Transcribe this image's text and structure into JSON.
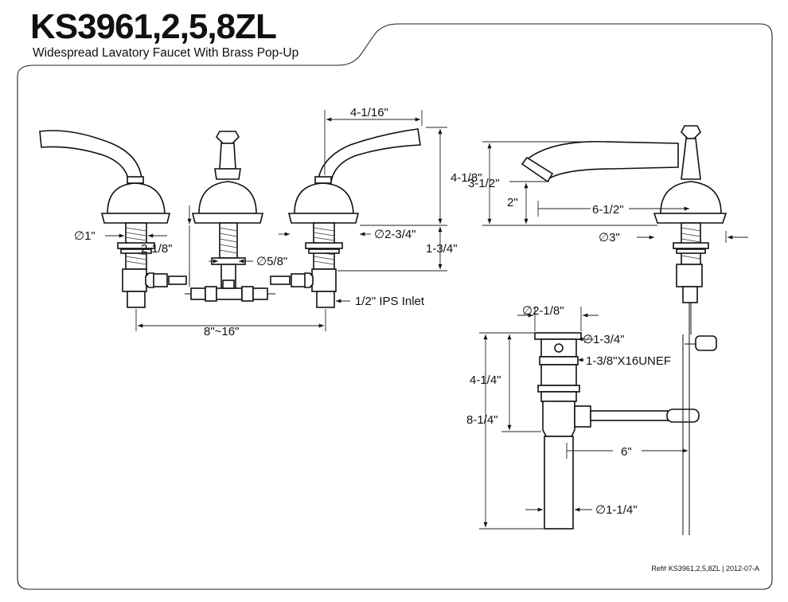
{
  "header": {
    "model": "KS3961,2,5,8ZL",
    "description": "Widespread Lavatory Faucet With Brass Pop-Up"
  },
  "dimensions": {
    "handle_height": "4-1/16\"",
    "overall_height": "4-1/8\"",
    "shank_diameter": "∅1\"",
    "escutcheon_diameter": "∅2-3/4\"",
    "spout_shank_height": "2-1/8\"",
    "handle_shank_length": "1-3/4\"",
    "supply_diameter": "∅5/8\"",
    "inlet": "1/2\" IPS Inlet",
    "spread": "8\"~16\"",
    "spout_height": "3-1/2\"",
    "spout_clearance": "2\"",
    "spout_reach": "6-1/2\"",
    "spout_base_diameter": "∅3\"",
    "popup_flange_diameter": "∅2-1/8\"",
    "popup_body_diameter": "∅1-3/4\"",
    "popup_thread": "1-3/8\"X16UNEF",
    "popup_upper_height": "4-1/4\"",
    "popup_total_height": "8-1/4\"",
    "pivot_rod_length": "6\"",
    "tailpiece_diameter": "∅1-1/4\""
  },
  "footer": {
    "reference": "Ref# KS3961,2,5,8ZL | 2012-07-A"
  }
}
